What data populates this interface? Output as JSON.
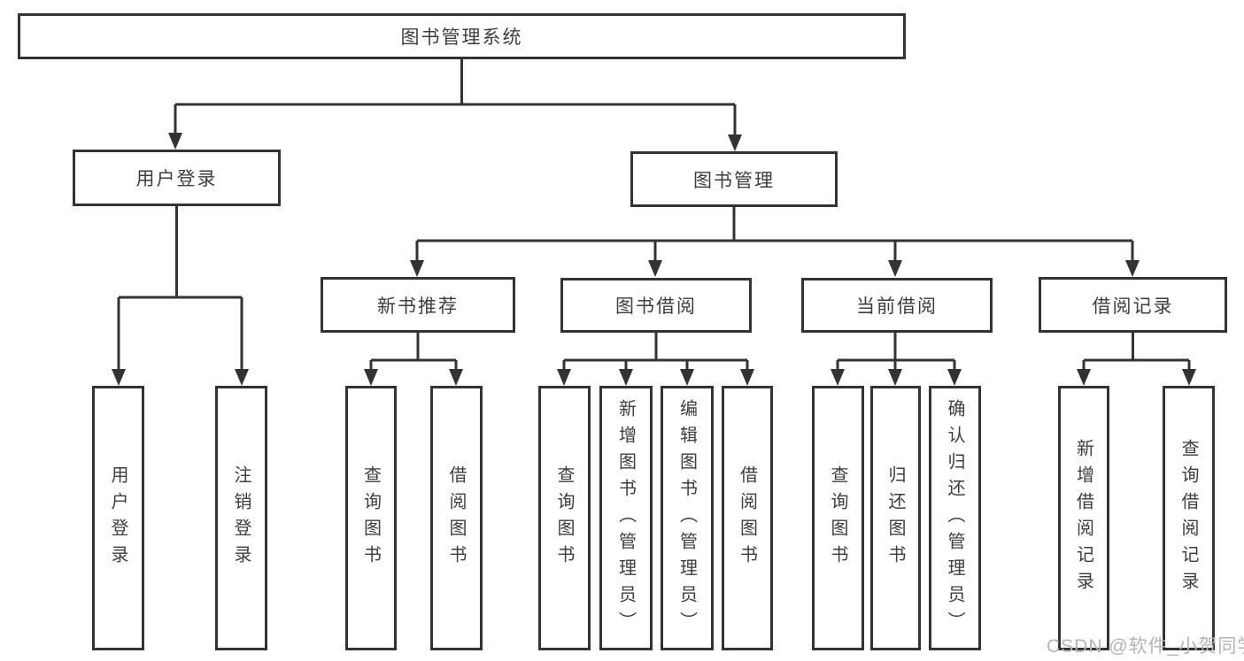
{
  "tree": {
    "label": "图书管理系统",
    "children": [
      {
        "label": "用户登录",
        "children": [
          {
            "label": "用户登录"
          },
          {
            "label": "注销登录"
          }
        ]
      },
      {
        "label": "图书管理",
        "children": [
          {
            "label": "新书推荐",
            "children": [
              {
                "label": "查询图书"
              },
              {
                "label": "借阅图书"
              }
            ]
          },
          {
            "label": "图书借阅",
            "children": [
              {
                "label": "查询图书"
              },
              {
                "label": "新增图书（管理员）"
              },
              {
                "label": "编辑图书（管理员）"
              },
              {
                "label": "借阅图书"
              }
            ]
          },
          {
            "label": "当前借阅",
            "children": [
              {
                "label": "查询图书"
              },
              {
                "label": "归还图书"
              },
              {
                "label": "确认归还（管理员）"
              }
            ]
          },
          {
            "label": "借阅记录",
            "children": [
              {
                "label": "新增借阅记录"
              },
              {
                "label": "查询借阅记录"
              }
            ]
          }
        ]
      }
    ]
  },
  "watermark": {
    "text": "CSDN @软件_小贺同学"
  },
  "colors": {
    "line": "#333333",
    "text": "#3d3d3d",
    "watermark": "#b4b4b4",
    "background": "#ffffff"
  }
}
